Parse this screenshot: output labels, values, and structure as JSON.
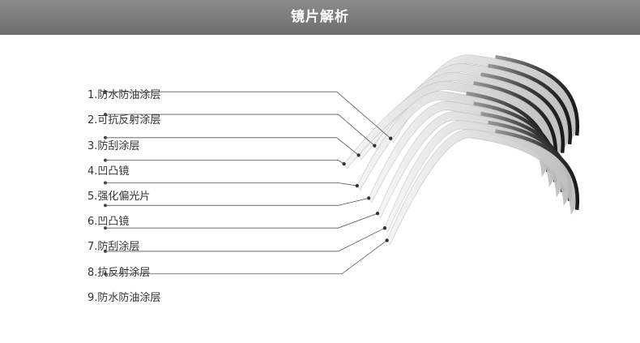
{
  "header": {
    "title": "镜片解析"
  },
  "layers": [
    {
      "label": "1.防水防油涂层"
    },
    {
      "label": "2.可抗反射涂层"
    },
    {
      "label": "3.防刮涂层"
    },
    {
      "label": "4.凹凸镜"
    },
    {
      "label": "5.强化偏光片"
    },
    {
      "label": "6.凹凸镜"
    },
    {
      "label": "7.防刮涂层"
    },
    {
      "label": "8.抗反射涂层"
    },
    {
      "label": "9.防水防油涂层"
    }
  ]
}
